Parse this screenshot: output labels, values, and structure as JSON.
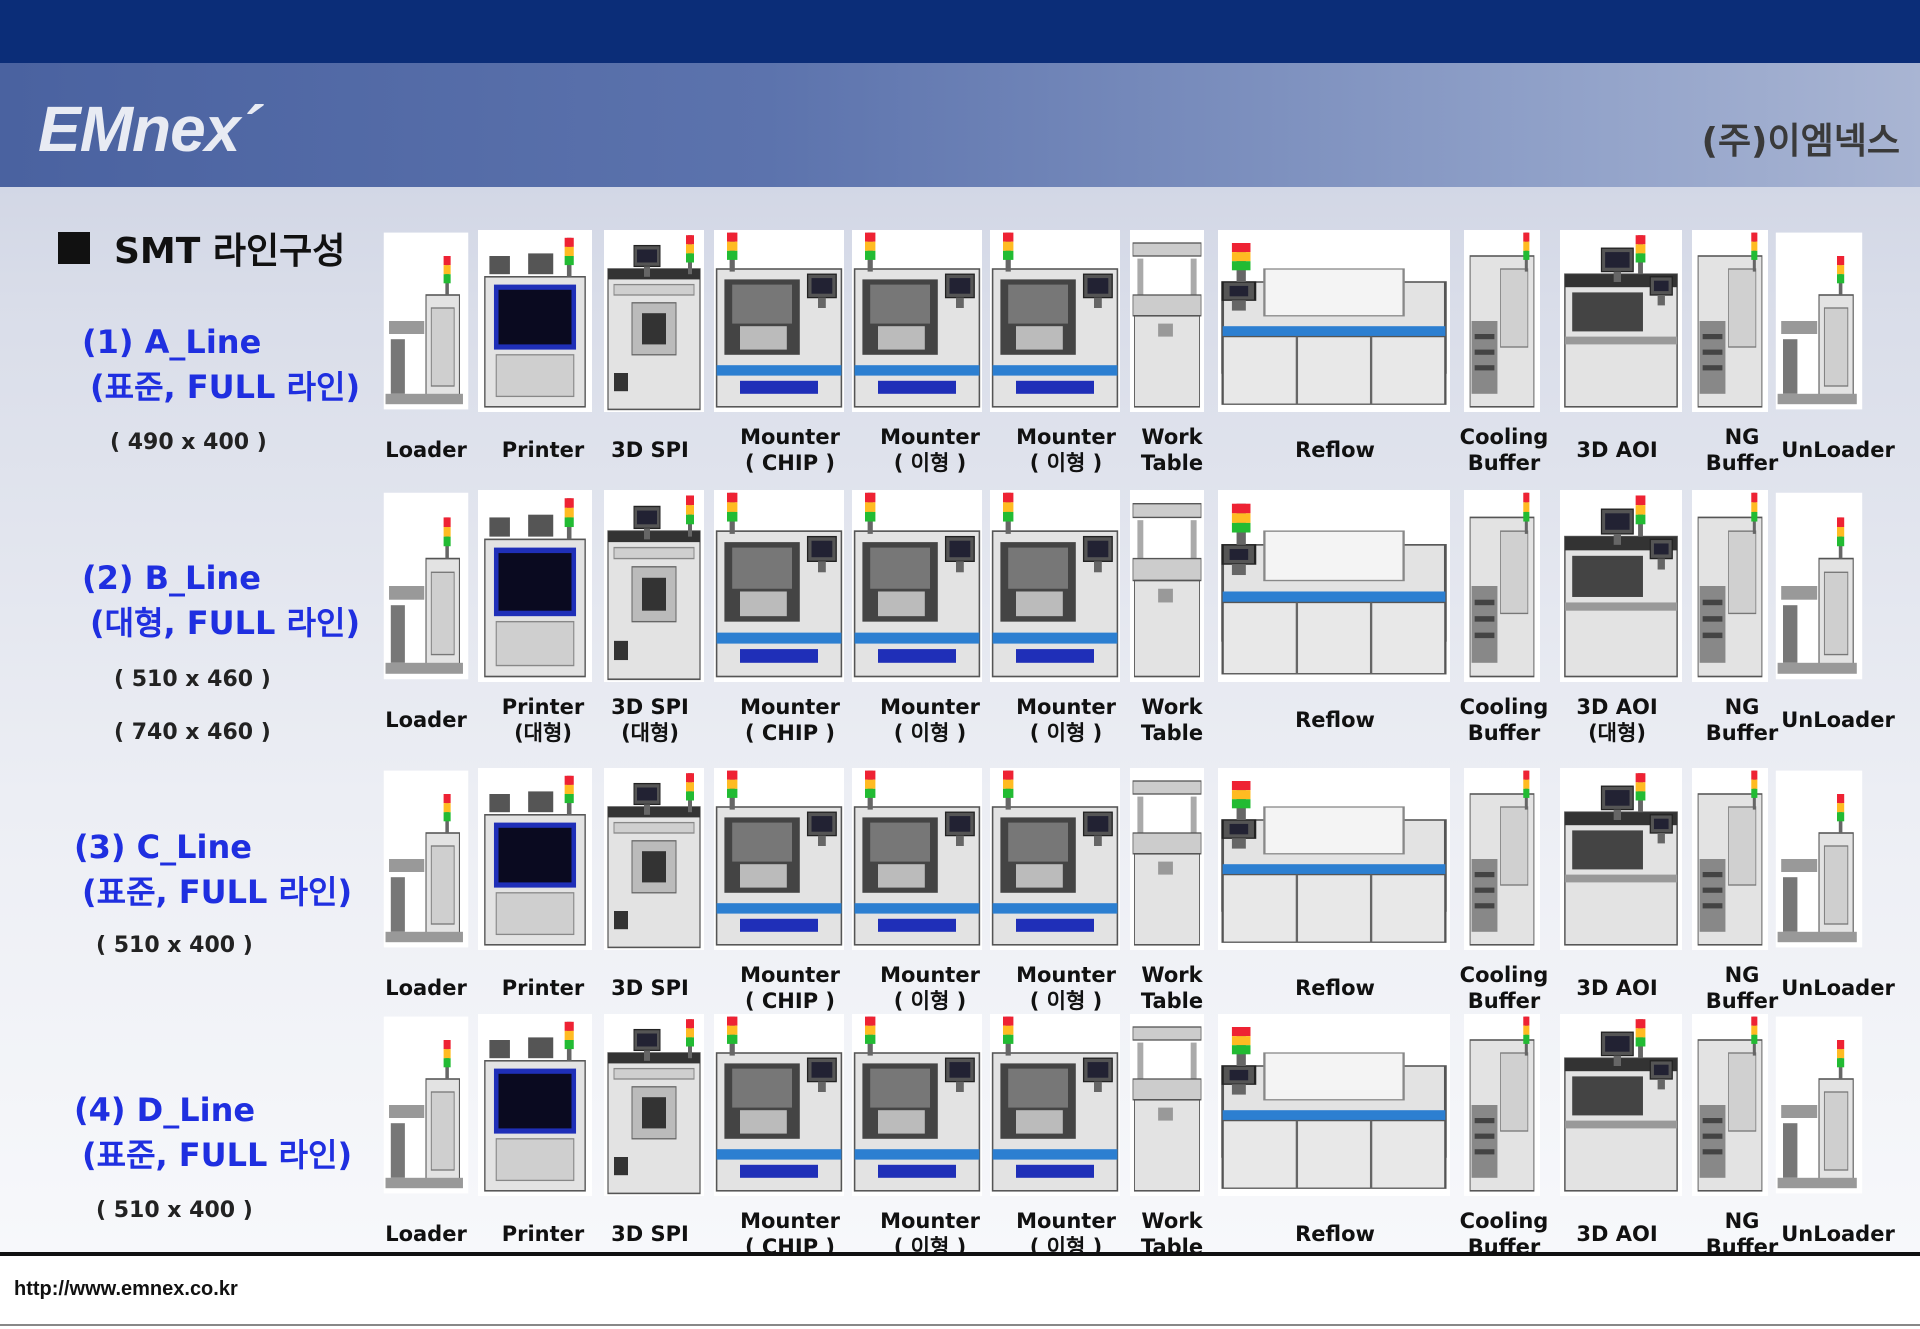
{
  "header": {
    "logo": "EMnex´",
    "company": "(주)이엠넥스"
  },
  "section_title": "SMT 라인구성",
  "colors": {
    "topbar": "#0b2d78",
    "title_blue": "#1f2fe0",
    "conveyor_blue": "#2c7fd1",
    "screen_blue": "#1f2fb8"
  },
  "lines": [
    {
      "title": "(1)  A_Line",
      "subtitle": "(표준, FULL 라인)",
      "sizes": [
        "( 490 x 400 )"
      ],
      "labels": [
        "Loader",
        "Printer",
        "3D SPI",
        "Mounter\n( CHIP )",
        "Mounter\n( 이형 )",
        "Mounter\n( 이형 )",
        "Work\nTable",
        "Reflow",
        "Cooling\nBuffer",
        "3D AOI",
        "NG\nBuffer",
        "UnLoader"
      ]
    },
    {
      "title": "(2)  B_Line",
      "subtitle": "(대형, FULL 라인)",
      "sizes": [
        "( 510 x 460 )",
        "( 740 x 460 )"
      ],
      "labels": [
        "Loader",
        "Printer\n(대형)",
        "3D SPI\n(대형)",
        "Mounter\n( CHIP )",
        "Mounter\n( 이형 )",
        "Mounter\n( 이형 )",
        "Work\nTable",
        "Reflow",
        "Cooling\nBuffer",
        "3D AOI\n(대형)",
        "NG\nBuffer",
        "UnLoader"
      ]
    },
    {
      "title": "(3)  C_Line",
      "subtitle": "(표준, FULL 라인)",
      "sizes": [
        "( 510 x 400 )"
      ],
      "labels": [
        "Loader",
        "Printer",
        "3D SPI",
        "Mounter\n( CHIP )",
        "Mounter\n( 이형 )",
        "Mounter\n( 이형 )",
        "Work\nTable",
        "Reflow",
        "Cooling\nBuffer",
        "3D AOI",
        "NG\nBuffer",
        "UnLoader"
      ]
    },
    {
      "title": "(4)  D_Line",
      "subtitle": "(표준, FULL 라인)",
      "sizes": [
        "( 510 x 400 )"
      ],
      "labels": [
        "Loader",
        "Printer",
        "3D SPI",
        "Mounter\n( CHIP )",
        "Mounter\n( 이형 )",
        "Mounter\n( 이형 )",
        "Work\nTable",
        "Reflow",
        "Cooling\nBuffer",
        "3D AOI",
        "NG\nBuffer",
        "UnLoader"
      ]
    }
  ],
  "machine_icons": [
    "loader-icon",
    "printer-icon",
    "spi-icon",
    "mounter-icon",
    "mounter-icon",
    "mounter-icon",
    "work-table-icon",
    "reflow-icon",
    "cooling-buffer-icon",
    "aoi-icon",
    "ng-buffer-icon",
    "unloader-icon"
  ],
  "footer": {
    "url": "http://www.emnex.co.kr"
  }
}
